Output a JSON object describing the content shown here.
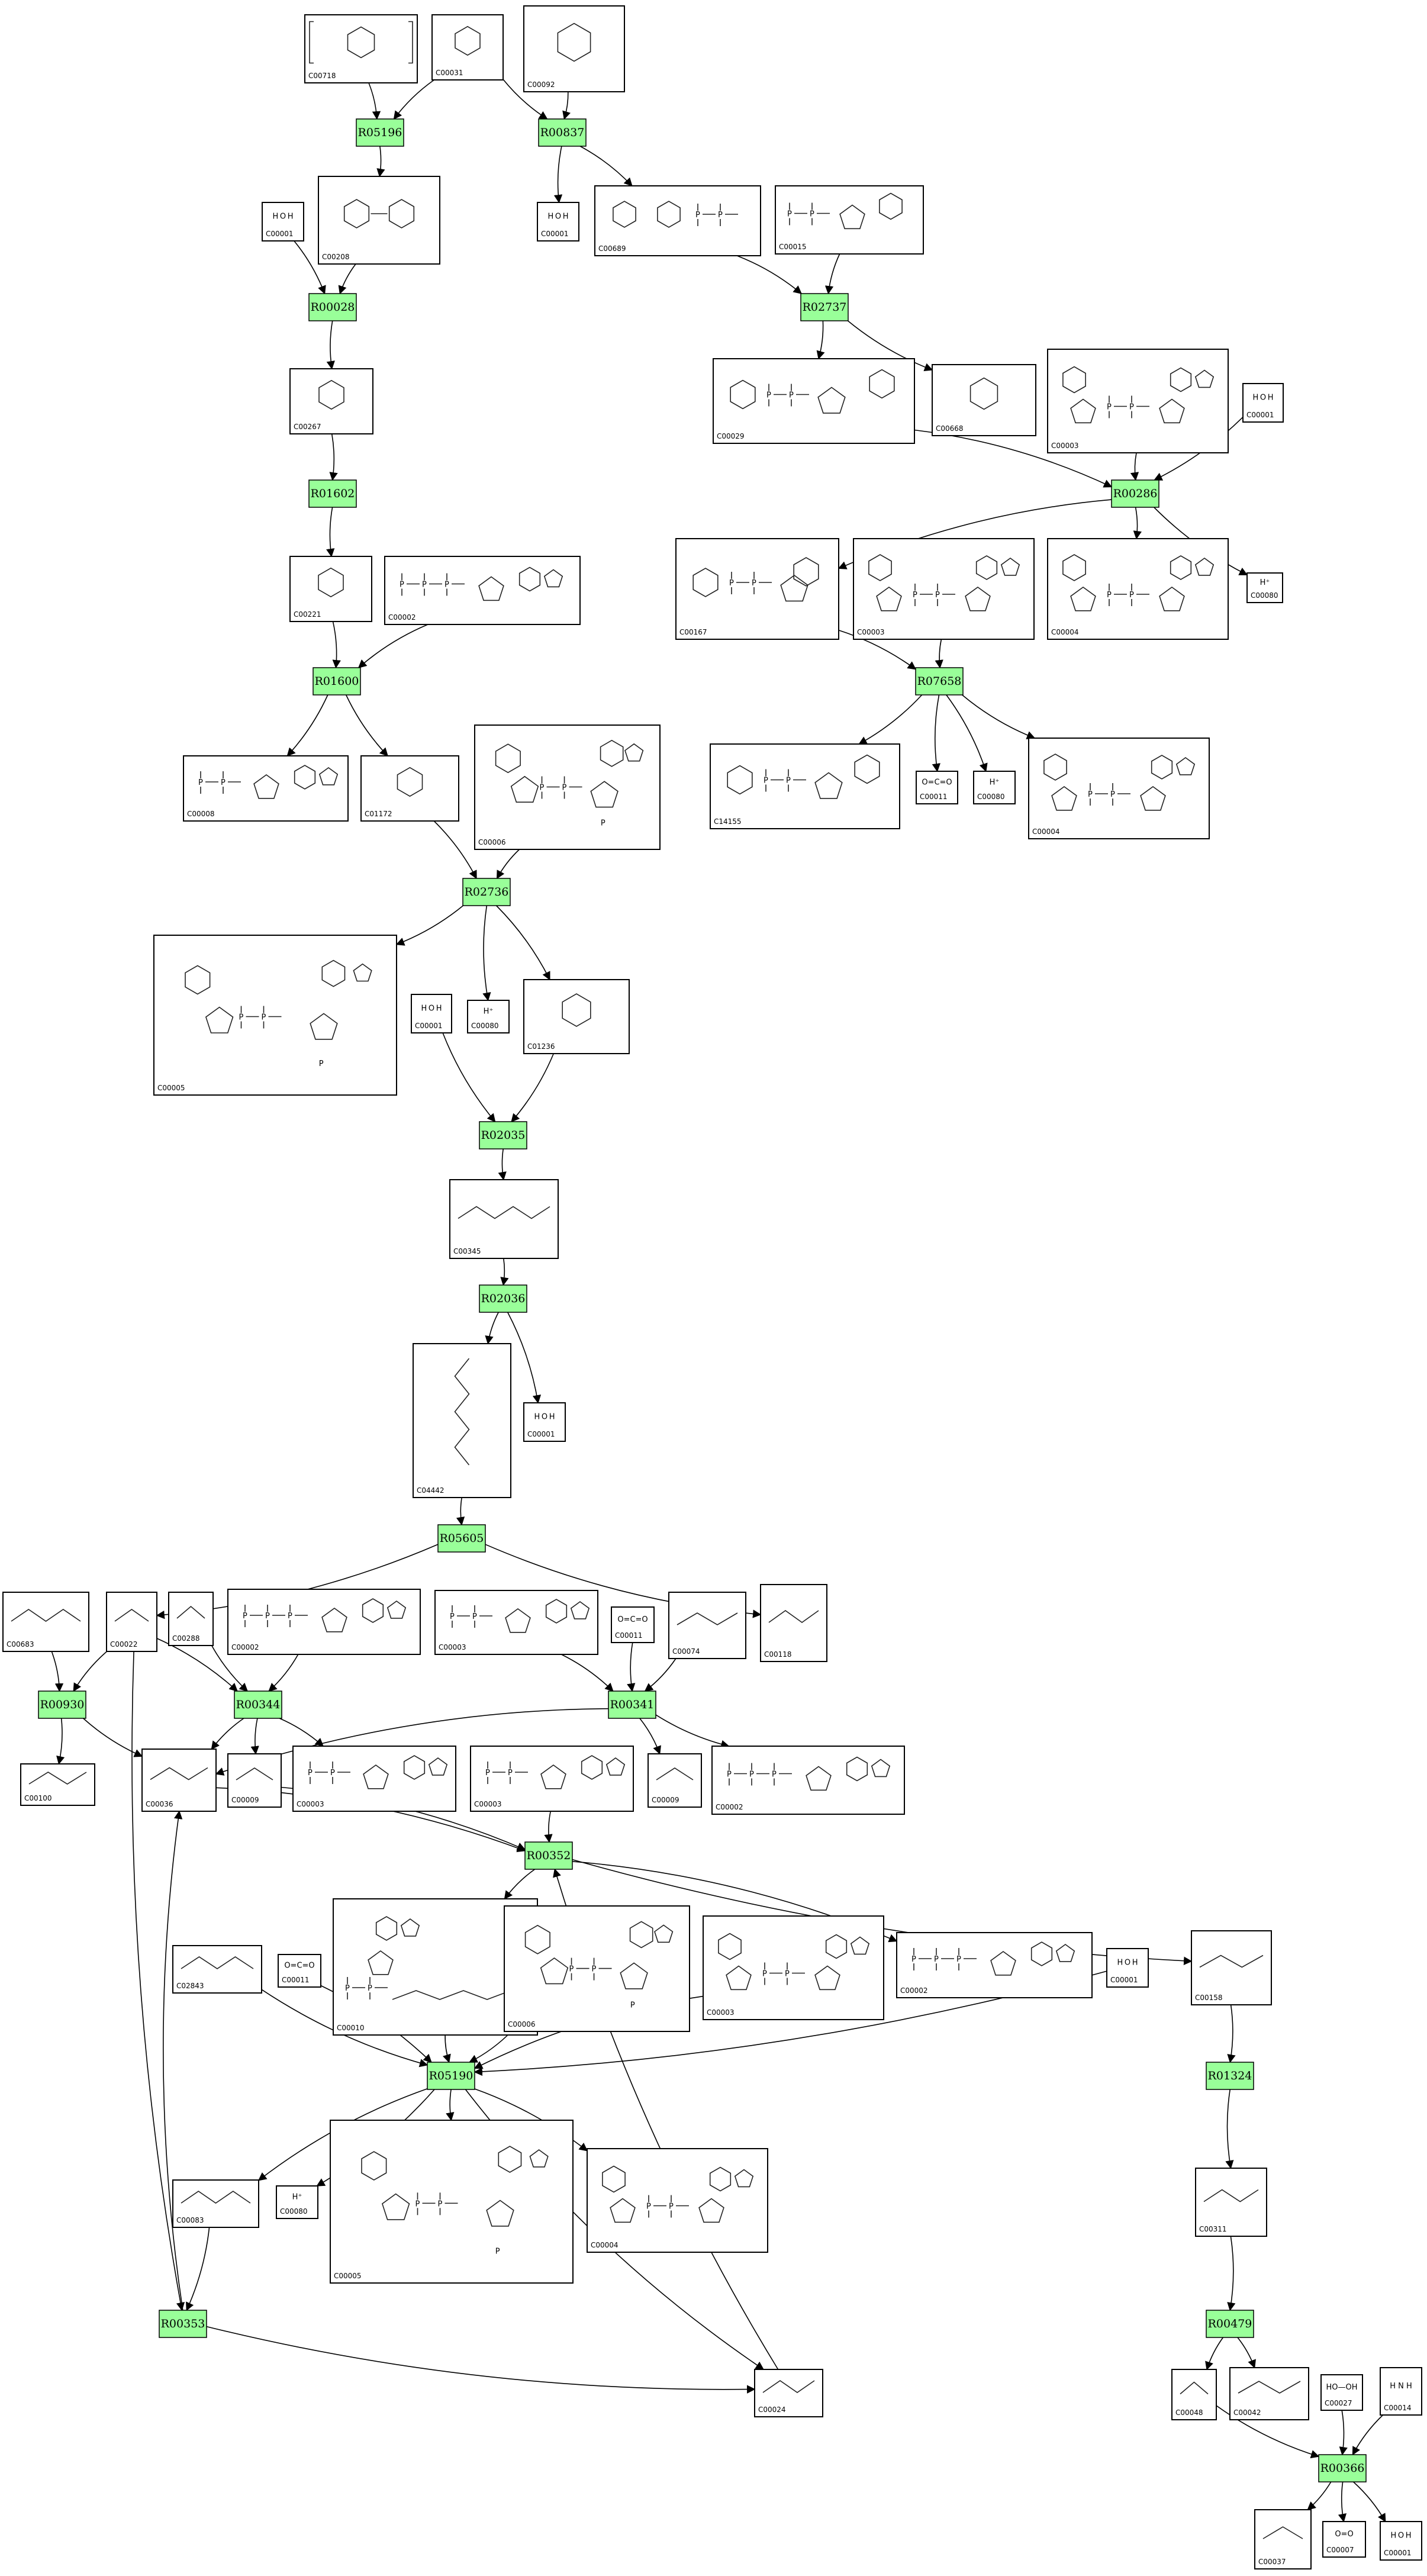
{
  "colors": {
    "reaction_fill": "#99ff99",
    "border": "#000000",
    "background": "#ffffff"
  },
  "reactions": [
    {
      "id": "R05196"
    },
    {
      "id": "R00837"
    },
    {
      "id": "R00028"
    },
    {
      "id": "R02737"
    },
    {
      "id": "R01602"
    },
    {
      "id": "R00286"
    },
    {
      "id": "R01600"
    },
    {
      "id": "R07658"
    },
    {
      "id": "R02736"
    },
    {
      "id": "R02035"
    },
    {
      "id": "R02036"
    },
    {
      "id": "R05605"
    },
    {
      "id": "R00930"
    },
    {
      "id": "R00344"
    },
    {
      "id": "R00341"
    },
    {
      "id": "R00352"
    },
    {
      "id": "R01324"
    },
    {
      "id": "R05190"
    },
    {
      "id": "R00479"
    },
    {
      "id": "R00353"
    },
    {
      "id": "R00366"
    }
  ],
  "compounds": [
    {
      "key": "c00718",
      "id": "C00718"
    },
    {
      "key": "c00031",
      "id": "C00031"
    },
    {
      "key": "c00092",
      "id": "C00092"
    },
    {
      "key": "c00208",
      "id": "C00208"
    },
    {
      "key": "c00001a",
      "id": "C00001",
      "formula": "H O H"
    },
    {
      "key": "c00001b",
      "id": "C00001",
      "formula": "H O H"
    },
    {
      "key": "c00689",
      "id": "C00689"
    },
    {
      "key": "c00015",
      "id": "C00015"
    },
    {
      "key": "c00267",
      "id": "C00267"
    },
    {
      "key": "c00029",
      "id": "C00029"
    },
    {
      "key": "c00668",
      "id": "C00668"
    },
    {
      "key": "c00003a",
      "id": "C00003"
    },
    {
      "key": "c00001c",
      "id": "C00001",
      "formula": "H O H"
    },
    {
      "key": "c00221",
      "id": "C00221"
    },
    {
      "key": "c00002a",
      "id": "C00002"
    },
    {
      "key": "c00167",
      "id": "C00167"
    },
    {
      "key": "c00003b",
      "id": "C00003"
    },
    {
      "key": "c00004a",
      "id": "C00004"
    },
    {
      "key": "c00080a",
      "id": "C00080",
      "formula": "H⁺"
    },
    {
      "key": "c00008",
      "id": "C00008"
    },
    {
      "key": "c01172",
      "id": "C01172"
    },
    {
      "key": "c00006a",
      "id": "C00006"
    },
    {
      "key": "c14155",
      "id": "C14155"
    },
    {
      "key": "c00011a",
      "id": "C00011",
      "formula": "O=C=O"
    },
    {
      "key": "c00080b",
      "id": "C00080",
      "formula": "H⁺"
    },
    {
      "key": "c00004b",
      "id": "C00004"
    },
    {
      "key": "c00005a",
      "id": "C00005"
    },
    {
      "key": "c00080c",
      "id": "C00080",
      "formula": "H⁺"
    },
    {
      "key": "c01236",
      "id": "C01236"
    },
    {
      "key": "c00001d",
      "id": "C00001",
      "formula": "H O H"
    },
    {
      "key": "c00345",
      "id": "C00345"
    },
    {
      "key": "c04442",
      "id": "C04442"
    },
    {
      "key": "c00001e",
      "id": "C00001",
      "formula": "H O H"
    },
    {
      "key": "c00683",
      "id": "C00683"
    },
    {
      "key": "c00022",
      "id": "C00022"
    },
    {
      "key": "c00288",
      "id": "C00288"
    },
    {
      "key": "c00002b",
      "id": "C00002"
    },
    {
      "key": "c00003c",
      "id": "C00003"
    },
    {
      "key": "c00011b",
      "id": "C00011",
      "formula": "O=C=O"
    },
    {
      "key": "c00074",
      "id": "C00074"
    },
    {
      "key": "c00118",
      "id": "C00118"
    },
    {
      "key": "c00100",
      "id": "C00100"
    },
    {
      "key": "c00036",
      "id": "C00036"
    },
    {
      "key": "c00009a",
      "id": "C00009"
    },
    {
      "key": "c00003d",
      "id": "C00003"
    },
    {
      "key": "c00003e",
      "id": "C00003"
    },
    {
      "key": "c00009b",
      "id": "C00009"
    },
    {
      "key": "c00002c",
      "id": "C00002"
    },
    {
      "key": "c02843",
      "id": "C02843"
    },
    {
      "key": "c00011c",
      "id": "C00011",
      "formula": "O=C=O"
    },
    {
      "key": "c00010",
      "id": "C00010"
    },
    {
      "key": "c00006b",
      "id": "C00006"
    },
    {
      "key": "c00003f",
      "id": "C00003"
    },
    {
      "key": "c00002d",
      "id": "C00002"
    },
    {
      "key": "c00001f",
      "id": "C00001",
      "formula": "H O H"
    },
    {
      "key": "c00158",
      "id": "C00158"
    },
    {
      "key": "c00083",
      "id": "C00083"
    },
    {
      "key": "c00080d",
      "id": "C00080",
      "formula": "H⁺"
    },
    {
      "key": "c00005b",
      "id": "C00005"
    },
    {
      "key": "c00004c",
      "id": "C00004"
    },
    {
      "key": "c00311",
      "id": "C00311"
    },
    {
      "key": "c00024",
      "id": "C00024"
    },
    {
      "key": "c00048",
      "id": "C00048"
    },
    {
      "key": "c00042",
      "id": "C00042"
    },
    {
      "key": "c00027",
      "id": "C00027",
      "formula": "HO—OH"
    },
    {
      "key": "c00014",
      "id": "C00014",
      "formula": "H N H"
    },
    {
      "key": "c00037",
      "id": "C00037"
    },
    {
      "key": "c00007",
      "id": "C00007",
      "formula": "O=O"
    },
    {
      "key": "c00001g",
      "id": "C00001",
      "formula": "H O H"
    }
  ]
}
